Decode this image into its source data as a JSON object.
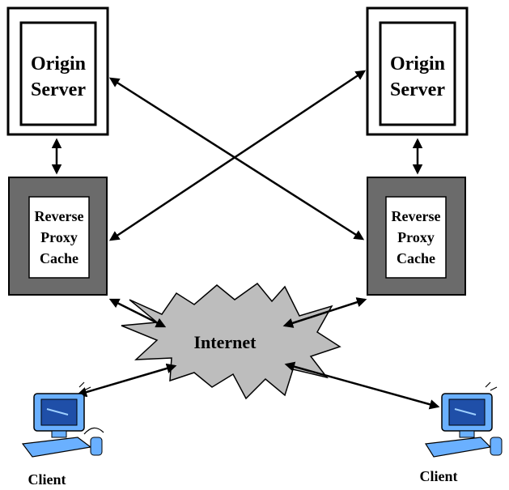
{
  "origin_servers": {
    "left": {
      "line1": "Origin",
      "line2": "Server"
    },
    "right": {
      "line1": "Origin",
      "line2": "Server"
    }
  },
  "proxies": {
    "left": {
      "line1": "Reverse",
      "line2": "Proxy",
      "line3": "Cache"
    },
    "right": {
      "line1": "Reverse",
      "line2": "Proxy",
      "line3": "Cache"
    }
  },
  "cloud": {
    "label": "Internet"
  },
  "clients": {
    "left": {
      "label": "Client"
    },
    "right": {
      "label": "Client"
    }
  },
  "colors": {
    "proxy_frame": "#6b6b6b",
    "cloud_fill": "#bdbdbd",
    "monitor_blue": "#6ab0ff",
    "screen_dark": "#1f4fa8"
  }
}
